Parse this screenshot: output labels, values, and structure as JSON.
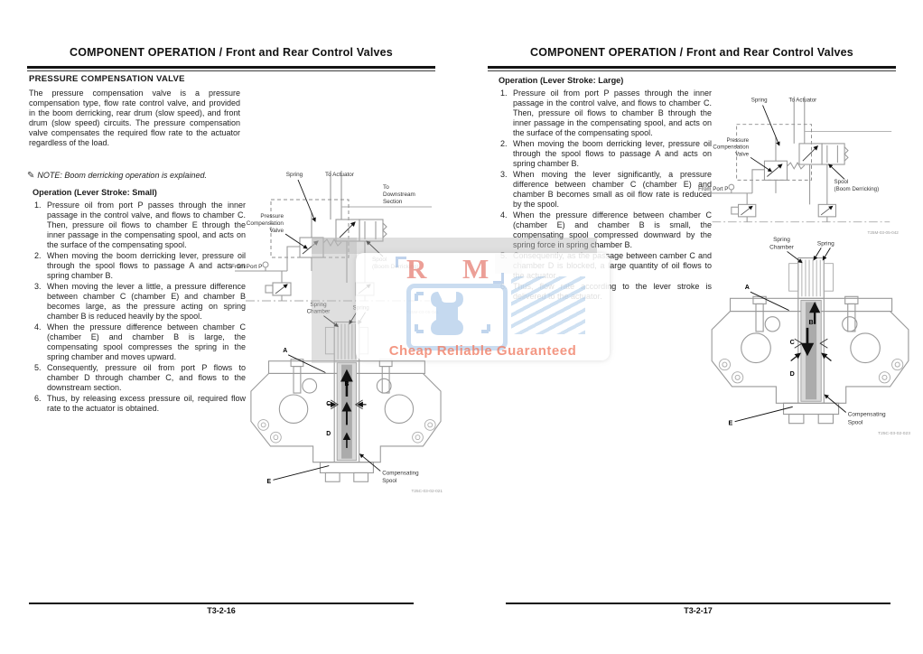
{
  "pages": [
    {
      "header": "COMPONENT OPERATION / Front and Rear Control Valves",
      "section_title": "PRESSURE COMPENSATION VALVE",
      "intro": "The pressure compensation valve is a pressure compensation type, flow rate control valve, and provided in the boom derricking, rear drum (slow speed), and front drum (slow speed) circuits. The pressure compensation valve compensates the required flow rate to the actuator regardless of the load.",
      "note": "NOTE:  Boom derricking operation is explained.",
      "note_icon": "✎",
      "operation": {
        "title": "Operation (Lever Stroke: Small)",
        "steps": [
          {
            "num": "1.",
            "text": "Pressure oil from port P passes through the inner passage in the control valve, and flows to chamber C. Then, pressure oil flows to chamber E through the inner passage in the compensating spool, and acts on the surface of the compensating spool."
          },
          {
            "num": "2.",
            "text": "When moving the boom derricking lever, pressure oil through the spool flows to passage A and acts on spring chamber B."
          },
          {
            "num": "3.",
            "text": "When moving the lever a little, a pressure difference between chamber C (chamber E) and chamber B becomes large, as the pressure acting on spring chamber B is reduced heavily by the spool."
          },
          {
            "num": "4.",
            "text": "When the pressure difference between chamber C (chamber E) and chamber B is large, the compensating spool compresses the spring in the spring chamber and moves upward."
          },
          {
            "num": "5.",
            "text": "Consequently, pressure oil from port P flows to chamber D through chamber C, and flows to the downstream section."
          },
          {
            "num": "6.",
            "text": "Thus, by releasing excess pressure oil, required flow rate to the actuator is obtained."
          }
        ]
      },
      "schematic": {
        "spring": "Spring",
        "to_actuator": "To Actuator",
        "downstream": [
          "To",
          "Downstream",
          "Section"
        ],
        "pcv": [
          "Pressure",
          "Compensation",
          "Valve"
        ],
        "from_port": "From Port P",
        "spool": [
          "Spool",
          "(Boom Derricking)"
        ],
        "code": "T25M-03-05-041"
      },
      "cross_section": {
        "spring_chamber": [
          "Spring",
          "Chamber"
        ],
        "spring": "Spring",
        "comp_spool": [
          "Compensating",
          "Spool"
        ],
        "letters": [
          "A",
          "B",
          "C",
          "D",
          "E"
        ],
        "code": "T25C-03-02-021"
      },
      "footer": "T3-2-16"
    },
    {
      "header": "COMPONENT OPERATION / Front and Rear Control Valves",
      "operation": {
        "title": "Operation (Lever Stroke: Large)",
        "steps": [
          {
            "num": "1.",
            "text": "Pressure oil from port P passes through the inner passage in the control valve, and flows to chamber C. Then, pressure oil flows to chamber B through the inner passage in the compensating spool, and acts on the surface of the compensating spool."
          },
          {
            "num": "2.",
            "text": "When moving the boom derricking lever, pressure oil through the spool flows to passage A and acts on spring chamber B."
          },
          {
            "num": "3.",
            "text": "When moving the lever significantly, a pressure difference between chamber C (chamber E) and chamber B becomes small as oil flow rate is reduced by the spool."
          },
          {
            "num": "4.",
            "text": "When the pressure difference between chamber C (chamber E) and chamber B is small, the compensating spool compressed downward by the spring force in spring chamber B."
          },
          {
            "num": "5.",
            "text": "Consequently, as the passage between camber C and chamber D is blocked, a large quantity of oil flows to the actuator."
          },
          {
            "num": "6.",
            "text": "Thus, flow rate according to the lever stroke is delivered to the actuator."
          }
        ]
      },
      "schematic": {
        "spring": "Spring",
        "to_actuator": "To Actuator",
        "pcv": [
          "Pressure",
          "Compensation",
          "Valve"
        ],
        "from_port": "From Port P",
        "spool": [
          "Spool",
          "(Boom Derricking)"
        ],
        "code": "T25M-03-05-042"
      },
      "cross_section": {
        "spring_chamber": [
          "Spring",
          "Chamber"
        ],
        "spring": "Spring",
        "comp_spool": [
          "Compensating",
          "Spool"
        ],
        "letters": [
          "A",
          "B",
          "C",
          "D",
          "E"
        ],
        "code": "T25C-03-02-023"
      },
      "footer": "T3-2-17"
    }
  ],
  "watermark": {
    "letters": [
      "R",
      "M"
    ],
    "tagline": "Cheap Reliable Guaranteed",
    "red": "rgba(221,80,66,0.55)",
    "blue": "rgba(150,185,225,0.55)",
    "coral": "rgba(240,125,100,0.8)"
  }
}
